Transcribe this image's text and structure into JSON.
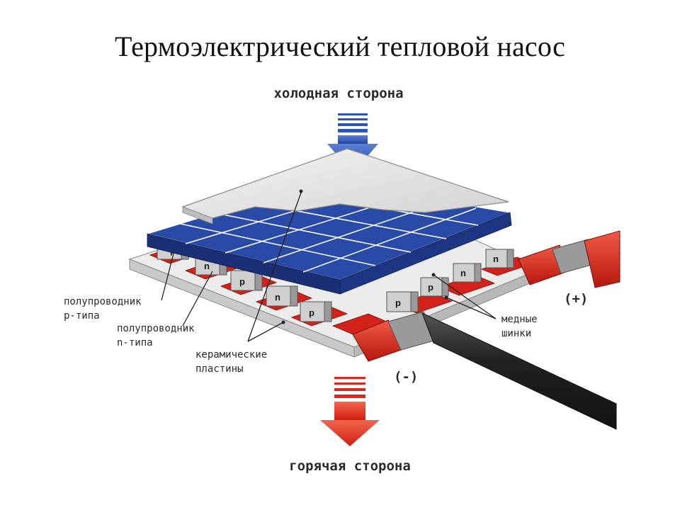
{
  "title": "Термоэлектрический тепловой насос",
  "labels": {
    "cold_side": "холодная сторона",
    "hot_side": "горячая сторона",
    "p_semiconductor_1": "полупроводник",
    "p_semiconductor_2": "p-типа",
    "n_semiconductor_1": "полупроводник",
    "n_semiconductor_2": "n-типа",
    "ceramic_1": "керамические",
    "ceramic_2": "пластины",
    "copper_1": "медные",
    "copper_2": "шинки",
    "plus": "(+)",
    "minus": "(-)"
  },
  "pellets": {
    "p": "p",
    "n": "n"
  },
  "colors": {
    "cold_arrow": "#2f55b4",
    "hot_arrow": "#e0261c",
    "blue_plate": "#2a4aa8",
    "copper": "#d4211a",
    "ceramic": "#e6e6e6",
    "wire": "#2a2a2a"
  }
}
